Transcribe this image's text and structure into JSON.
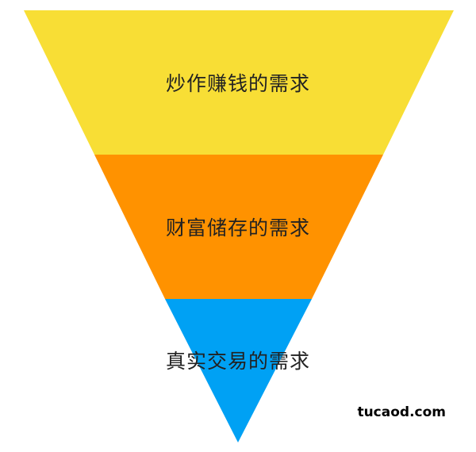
{
  "layers": [
    {
      "label": "炒作赚钱的需求",
      "color": "#F8DE35"
    },
    {
      "label": "财富储存的需求",
      "color": "#FF9200"
    },
    {
      "label": "真实交易的需求",
      "color": "#00A1F4"
    }
  ],
  "watermark": "tucaod.com"
}
